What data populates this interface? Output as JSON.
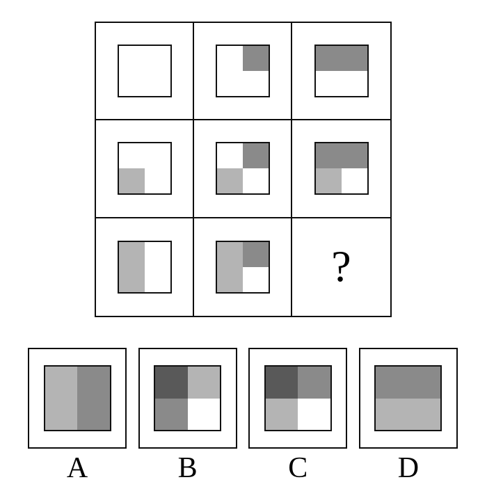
{
  "palette": {
    "white": "#ffffff",
    "light_gray": "#b4b4b4",
    "medium_gray": "#8a8a8a",
    "dark_gray": "#595959",
    "line": "#0d0d0d"
  },
  "puzzle_grid": {
    "rows": 3,
    "cols": 3,
    "cells": [
      {
        "name": "r1c1",
        "quadrants": {
          "tl": "white",
          "tr": "white",
          "bl": "white",
          "br": "white"
        }
      },
      {
        "name": "r1c2",
        "quadrants": {
          "tl": "white",
          "tr": "medium_gray",
          "bl": "white",
          "br": "white"
        }
      },
      {
        "name": "r1c3",
        "quadrants": {
          "tl": "medium_gray",
          "tr": "medium_gray",
          "bl": "white",
          "br": "white"
        }
      },
      {
        "name": "r2c1",
        "quadrants": {
          "tl": "white",
          "tr": "white",
          "bl": "light_gray",
          "br": "white"
        }
      },
      {
        "name": "r2c2",
        "quadrants": {
          "tl": "white",
          "tr": "medium_gray",
          "bl": "light_gray",
          "br": "white"
        }
      },
      {
        "name": "r2c3",
        "quadrants": {
          "tl": "medium_gray",
          "tr": "medium_gray",
          "bl": "light_gray",
          "br": "white"
        }
      },
      {
        "name": "r3c1",
        "quadrants": {
          "tl": "light_gray",
          "tr": "white",
          "bl": "light_gray",
          "br": "white"
        }
      },
      {
        "name": "r3c2",
        "quadrants": {
          "tl": "light_gray",
          "tr": "medium_gray",
          "bl": "light_gray",
          "br": "white"
        }
      },
      {
        "name": "r3c3",
        "question_mark": "?"
      }
    ]
  },
  "options": [
    {
      "label": "A",
      "quadrants": {
        "tl": "light_gray",
        "tr": "medium_gray",
        "bl": "light_gray",
        "br": "medium_gray"
      }
    },
    {
      "label": "B",
      "quadrants": {
        "tl": "dark_gray",
        "tr": "light_gray",
        "bl": "medium_gray",
        "br": "white"
      }
    },
    {
      "label": "C",
      "quadrants": {
        "tl": "dark_gray",
        "tr": "medium_gray",
        "bl": "light_gray",
        "br": "white"
      }
    },
    {
      "label": "D",
      "quadrants": {
        "tl": "medium_gray",
        "tr": "medium_gray",
        "bl": "light_gray",
        "br": "light_gray"
      }
    }
  ]
}
